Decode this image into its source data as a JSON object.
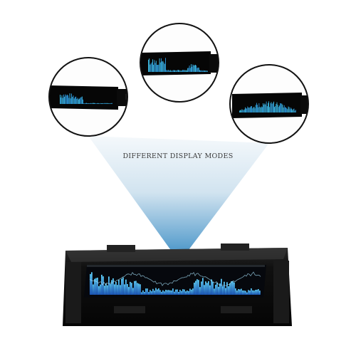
{
  "caption": "DIFFERENT DISPLAY MODES",
  "colors": {
    "background": "#ffffff",
    "beam_top": "#f1f6fa",
    "beam_bottom": "#3a8fc6",
    "display_cyan": "#41c6f2",
    "display_blue": "#1f6fd6",
    "device_body": "#0c0c0c",
    "bubble_ring": "#111111"
  },
  "insets": [
    {
      "name": "mode-1",
      "style": "bars-left"
    },
    {
      "name": "mode-2",
      "style": "bars-sparse"
    },
    {
      "name": "mode-3",
      "style": "bars-dense"
    }
  ],
  "main_display": {
    "style": "spectrum-full"
  }
}
